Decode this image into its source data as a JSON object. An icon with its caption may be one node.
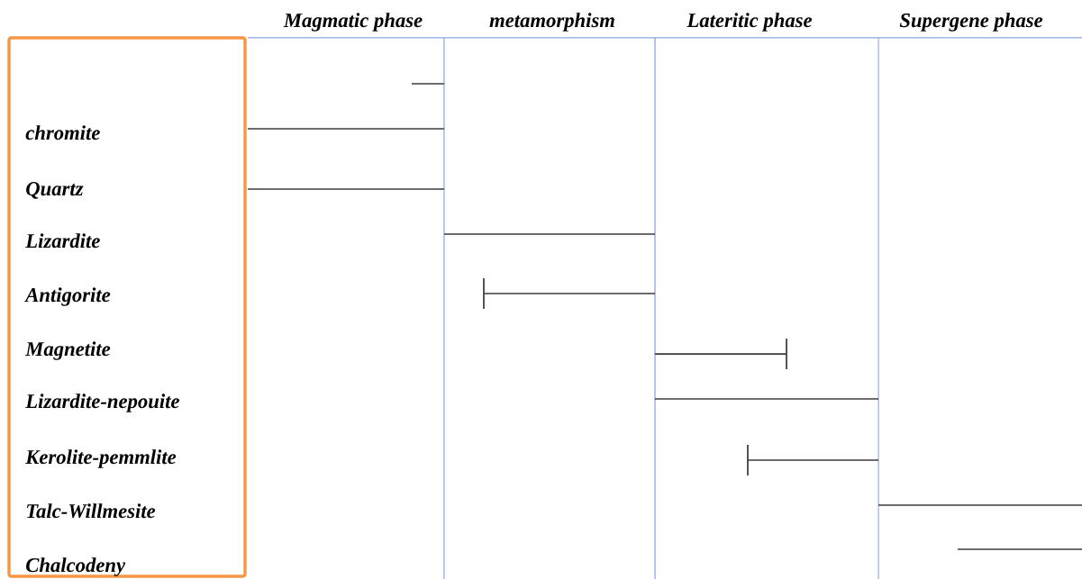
{
  "diagram": {
    "nodes": [
      {
        "text": [
          "chromite",
          "Quartz",
          "Lizardite",
          "Antigorite",
          "Magnetite",
          "Lizardite-nepouite",
          "Kerolite-pemmlite",
          "Talc-Willmesite",
          "Chalcodeny"
        ]
      }
    ],
    "labels": [
      "Magmatic  phase",
      "metamorphism",
      "Lateritic phase",
      "Supergene phase"
    ]
  }
}
